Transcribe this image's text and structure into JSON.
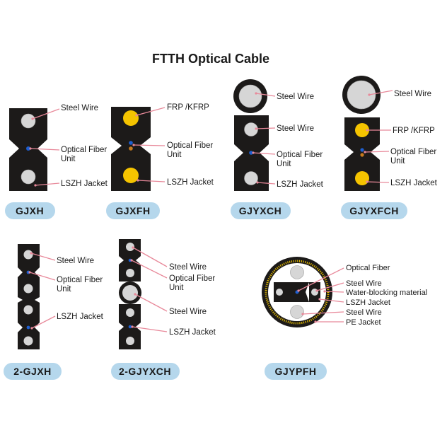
{
  "title": "FTTH Optical Cable",
  "colors": {
    "jacket": "#1c1a19",
    "steel_wire": "#d6d6d6",
    "frp": "#f5c400",
    "fiber_blue": "#1e5fd0",
    "fiber_orange": "#c67a1e",
    "badge_fill": "#b5d7ec",
    "leader_line": "#e8899a"
  },
  "cables": {
    "gjxh": {
      "name": "GJXH",
      "labels": [
        "Steel Wire",
        "Optical Fiber",
        "Unit",
        "LSZH Jacket"
      ]
    },
    "gjxfh": {
      "name": "GJXFH",
      "labels": [
        "FRP /KFRP",
        "Optical Fiber",
        "Unit",
        "LSZH Jacket"
      ]
    },
    "gjyxch": {
      "name": "GJYXCH",
      "labels": [
        "Steel Wire",
        "Steel Wire",
        "Optical Fiber",
        "Unit",
        "LSZH Jacket"
      ]
    },
    "gjyxfch": {
      "name": "GJYXFCH",
      "labels": [
        "Steel Wire",
        "FRP /KFRP",
        "Optical Fiber",
        "Unit",
        "LSZH Jacket"
      ]
    },
    "gjxh2": {
      "name": "2-GJXH",
      "labels": [
        "Steel Wire",
        "Optical Fiber",
        "Unit",
        "LSZH Jacket"
      ]
    },
    "gjyxch2": {
      "name": "2-GJYXCH",
      "labels": [
        "Steel Wire",
        "Optical Fiber",
        "Unit",
        "Steel Wire",
        "LSZH Jacket"
      ]
    },
    "gjypfh": {
      "name": "GJYPFH",
      "labels": [
        "Optical Fiber",
        "Steel Wire",
        "Water-blocking material",
        "LSZH Jacket",
        "Steel Wire",
        "PE Jacket"
      ]
    }
  }
}
